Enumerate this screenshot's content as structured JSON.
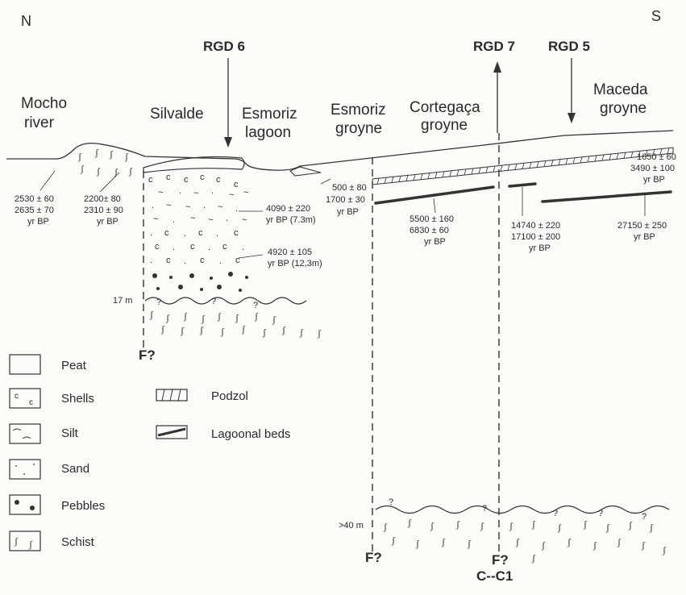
{
  "compass": {
    "north": "N",
    "south": "S"
  },
  "boreholes": {
    "rgd6": "RGD 6",
    "rgd7": "RGD 7",
    "rgd5": "RGD 5"
  },
  "places": {
    "mocho_l1": "Mocho",
    "mocho_l2": "river",
    "silvalde": "Silvalde",
    "esmoriz_lagoon_l1": "Esmoriz",
    "esmoriz_lagoon_l2": "lagoon",
    "esmoriz_groyne_l1": "Esmoriz",
    "esmoriz_groyne_l2": "groyne",
    "cortegaca_l1": "Cortegaça",
    "cortegaca_l2": "groyne",
    "maceda_l1": "Maceda",
    "maceda_l2": "groyne"
  },
  "dates": {
    "d1": [
      "2530 ± 60",
      "2635 ± 70",
      "yr BP"
    ],
    "d2": [
      "2200± 80",
      "2310 ± 90",
      "yr BP"
    ],
    "d3": [
      "4090 ± 220",
      "yr BP (7.3m)"
    ],
    "d4": [
      "4920 ± 105",
      "yr BP (12,3m)"
    ],
    "d5": [
      "500 ± 80",
      "1700 ± 30",
      "yr BP"
    ],
    "d6": [
      "5500 ± 160",
      "6830 ± 60",
      "yr BP"
    ],
    "d7": [
      "14740 ± 220",
      "17100 ± 200",
      "yr BP"
    ],
    "d8": [
      "27150 ± 250",
      "yr BP"
    ],
    "d9": [
      "1650 ± 60",
      "3490 ± 100",
      "yr BP"
    ]
  },
  "depths": {
    "d17": "17 m",
    "d40": ">40 m"
  },
  "faults": {
    "f1": "F?",
    "f2": "F?",
    "f3": "F?",
    "c1": "C--C1"
  },
  "legend": {
    "peat": "Peat",
    "shells": "Shells",
    "silt": "Silt",
    "sand": "Sand",
    "pebbles": "Pebbles",
    "schist": "Schist",
    "podzol": "Podzol",
    "lagoonal": "Lagoonal beds"
  }
}
